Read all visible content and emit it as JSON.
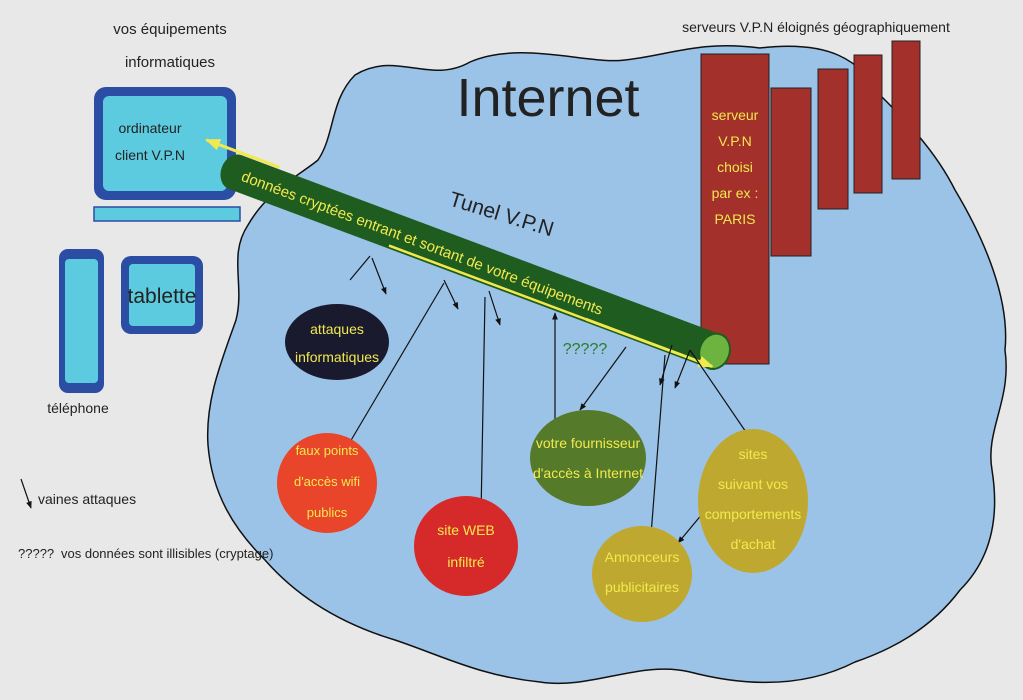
{
  "devices": {
    "heading_line1": "vos équipements",
    "heading_line2": "informatiques",
    "computer_line1": "ordinateur",
    "computer_line2": "client V.P.N",
    "tablet_label": "tablette",
    "phone_label": "téléphone"
  },
  "internet_label": "Internet",
  "servers": {
    "heading": "serveurs V.P.N éloignés géographiquement",
    "chosen_line1": "serveur",
    "chosen_line2": "V.P.N",
    "chosen_line3": "choisi",
    "chosen_line4": "par ex :",
    "chosen_line5": "PARIS"
  },
  "tunnel": {
    "title": "Tunel  V.P.N",
    "text": "données  cryptées  entrant et sortant de votre équipements"
  },
  "threats": {
    "attacks_line1": "attaques",
    "attacks_line2": "informatiques",
    "wifi_line1": "faux points",
    "wifi_line2": "d'accès wifi",
    "wifi_line3": "publics",
    "web_line1": "site WEB",
    "web_line2": "infiltré",
    "isp_line1": "votre fournisseur",
    "isp_line2": "d'accès  à Internet",
    "advertisers_line1": "Annonceurs",
    "advertisers_line2": "publicitaires",
    "tracking_line1": "sites",
    "tracking_line2": "suivant vos",
    "tracking_line3": "comportements",
    "tracking_line4": "d'achat",
    "question_marks": "?????"
  },
  "legend": {
    "attacks_text": "vaines attaques",
    "marks_symbol": "?????",
    "marks_text": "vos données sont illisibles (cryptage)"
  },
  "colors": {
    "background": "#e8e8e8",
    "cloud": "#9bc3e8",
    "device_frame": "#2b4da3",
    "device_screen": "#5ccbe0",
    "server": "#a3302a",
    "tunnel": "#1f5c1f",
    "tunnel_end": "#6cb33f",
    "tunnel_text": "#f2e94e",
    "attacks_ellipse": "#1a1a2e",
    "wifi_ellipse": "#e8452a",
    "web_ellipse": "#d62a2a",
    "isp_ellipse": "#557a2a",
    "advertisers_ellipse": "#bfa830",
    "tracking_ellipse": "#bfa830"
  }
}
